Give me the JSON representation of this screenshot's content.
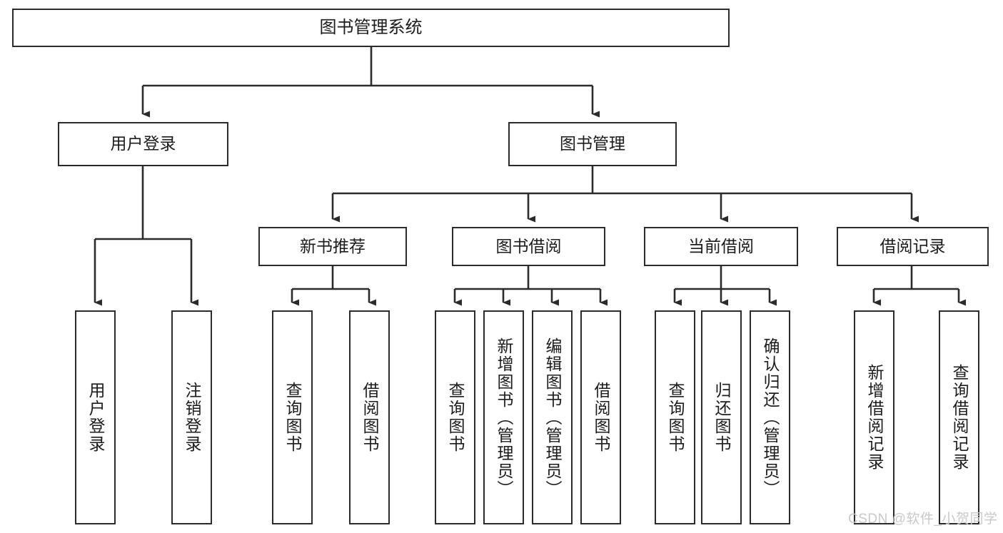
{
  "diagram": {
    "title": "图书管理系统",
    "type": "tree-hierarchy-chart",
    "background_color": "#ffffff",
    "line_color": "#2b2b2b",
    "box_border_color": "#2b2b2b",
    "text_color": "#1c1c1c"
  },
  "nodes": {
    "root": {
      "label": "图书管理系统"
    },
    "level2": [
      {
        "id": "user-login",
        "label": "用户登录"
      },
      {
        "id": "book-management",
        "label": "图书管理"
      }
    ],
    "level3": [
      {
        "id": "new-book-recommend",
        "label": "新书推荐"
      },
      {
        "id": "book-borrow",
        "label": "图书借阅"
      },
      {
        "id": "current-borrow",
        "label": "当前借阅"
      },
      {
        "id": "borrow-record",
        "label": "借阅记录"
      }
    ],
    "leaves": {
      "user_login": [
        {
          "id": "leaf-user-login",
          "label": "用户登录"
        },
        {
          "id": "leaf-logout-login",
          "label": "注销登录"
        }
      ],
      "new_book_recommend": [
        {
          "id": "leaf-query-book-1",
          "label": "查询图书"
        },
        {
          "id": "leaf-borrow-book-1",
          "label": "借阅图书"
        }
      ],
      "book_borrow": [
        {
          "id": "leaf-query-book-2",
          "label": "查询图书"
        },
        {
          "id": "leaf-add-book",
          "label": "新增图书（管理员）"
        },
        {
          "id": "leaf-edit-book",
          "label": "编辑图书（管理员）"
        },
        {
          "id": "leaf-borrow-book-2",
          "label": "借阅图书"
        }
      ],
      "current_borrow": [
        {
          "id": "leaf-query-book-3",
          "label": "查询图书"
        },
        {
          "id": "leaf-return-book",
          "label": "归还图书"
        },
        {
          "id": "leaf-confirm-return",
          "label": "确认归还（管理员）"
        }
      ],
      "borrow_record": [
        {
          "id": "leaf-add-record",
          "label": "新增借阅记录"
        },
        {
          "id": "leaf-query-record",
          "label": "查询借阅记录"
        }
      ]
    }
  },
  "watermark": {
    "text": "CSDN @软件_小贺同学",
    "color": "#c9c9c9"
  }
}
